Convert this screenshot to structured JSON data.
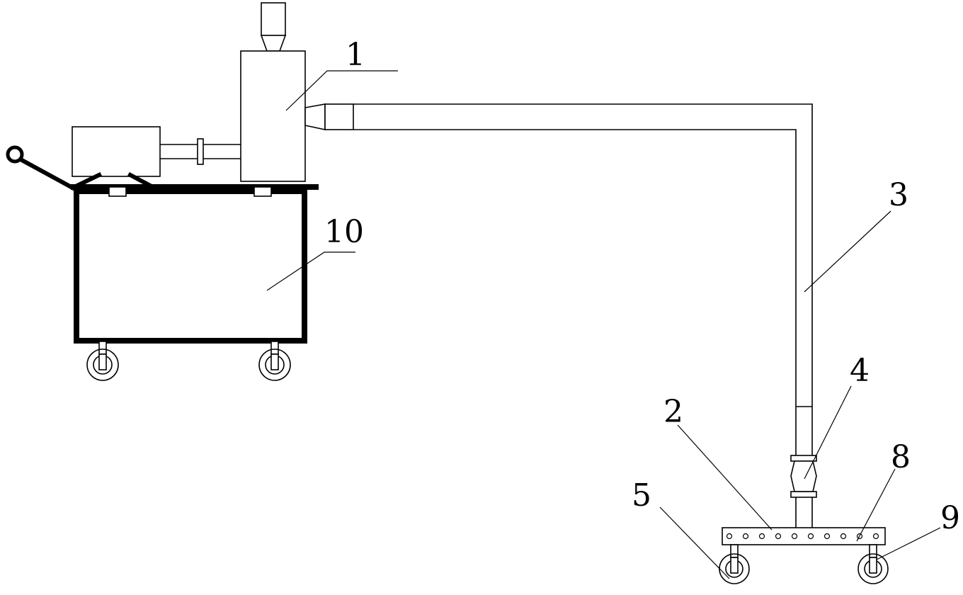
{
  "labels": {
    "l1": "1",
    "l2": "2",
    "l3": "3",
    "l4": "4",
    "l5": "5",
    "l8": "8",
    "l9": "9",
    "l10": "10"
  },
  "colors": {
    "stroke": "#000000",
    "background": "#ffffff"
  }
}
